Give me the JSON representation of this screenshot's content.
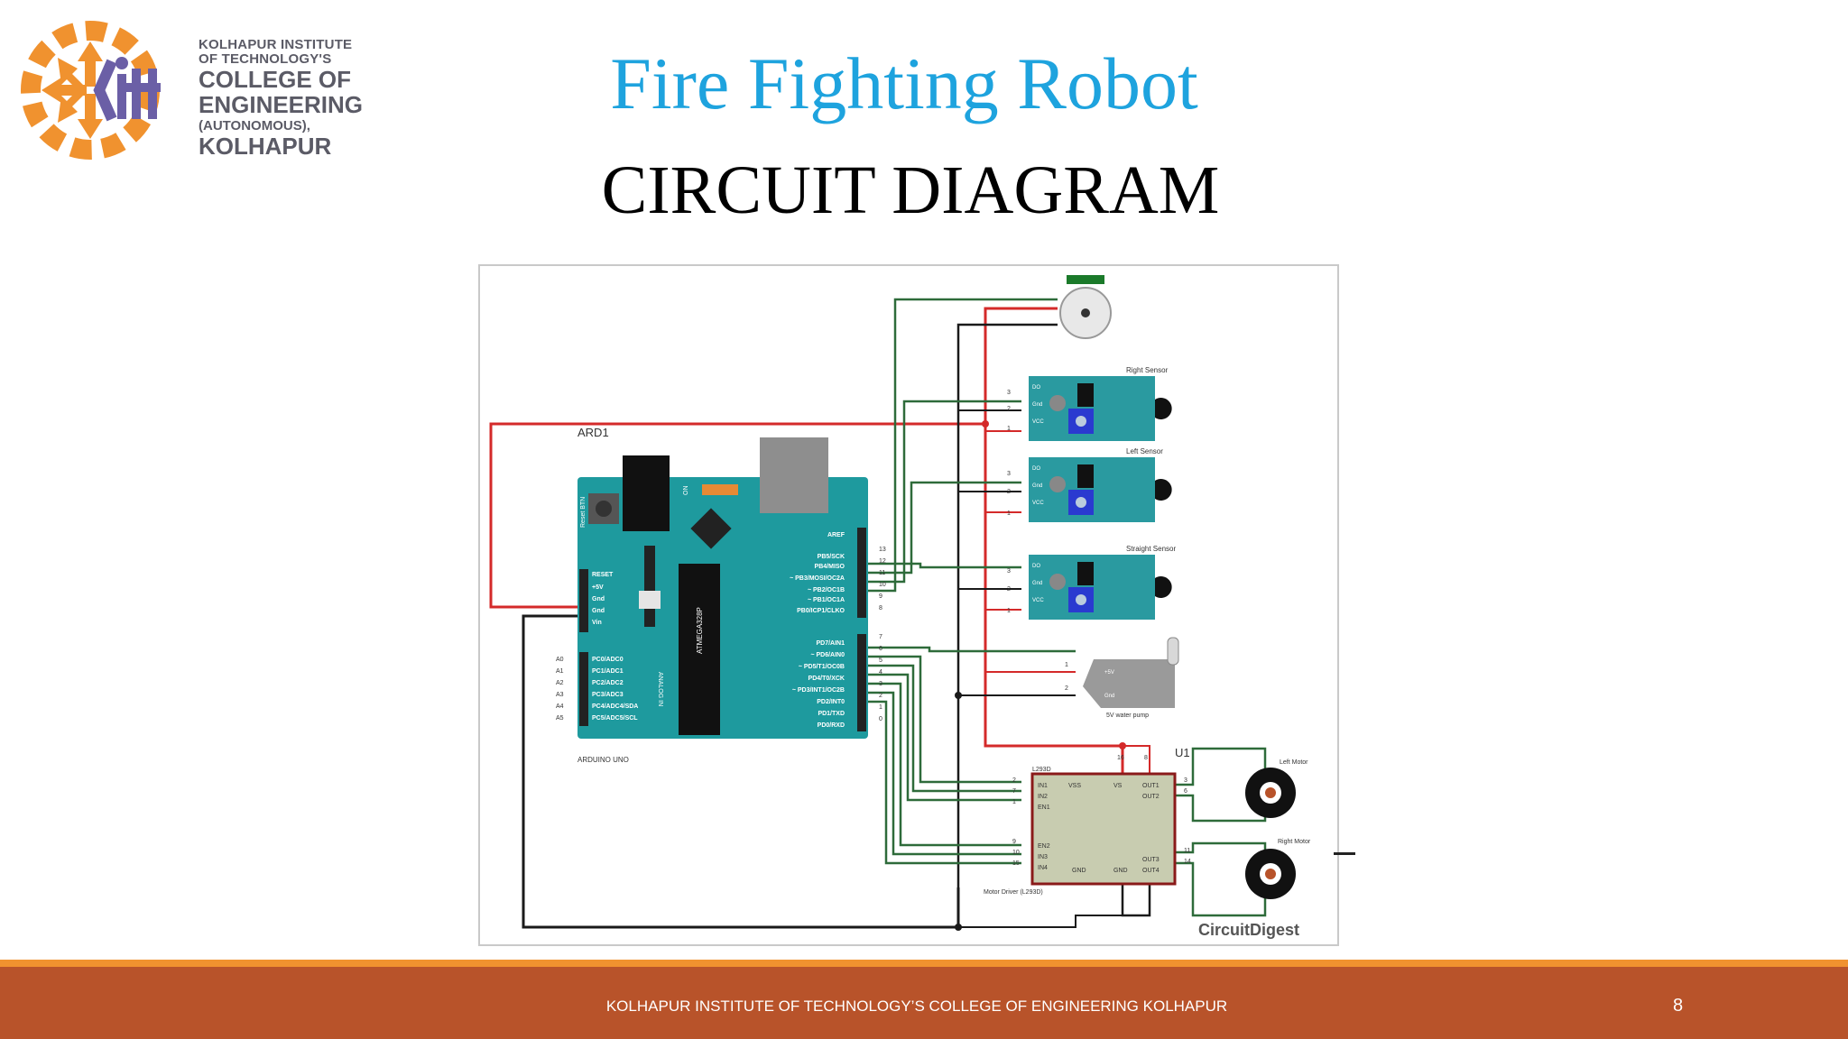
{
  "logo": {
    "line1": "KOLHAPUR INSTITUTE",
    "line2": "OF TECHNOLOGY'S",
    "line3": "COLLEGE OF",
    "line4": "ENGINEERING",
    "line5": "(AUTONOMOUS),",
    "line6": "KOLHAPUR",
    "colors": {
      "orange": "#f0922f",
      "purple": "#6b5fa6"
    }
  },
  "slide": {
    "title": "Fire Fighting Robot",
    "subtitle": "CIRCUIT DIAGRAM"
  },
  "diagram": {
    "arduino_label": "ARD1",
    "arduino_name": "ARDUINO UNO",
    "reset_btn": "Reset BTN",
    "on_label": "ON",
    "analog_in": "ANALOG IN",
    "chip_label": "ATMEGA328P",
    "power_pins": [
      "RESET",
      "+5V",
      "Gnd",
      "Gnd",
      "Vin"
    ],
    "analog_pins": [
      "A0",
      "A1",
      "A2",
      "A3",
      "A4",
      "A5"
    ],
    "analog_names": [
      "PC0/ADC0",
      "PC1/ADC1",
      "PC2/ADC2",
      "PC3/ADC3",
      "PC4/ADC4/SDA",
      "PC5/ADC5/SCL"
    ],
    "digital_top_names": [
      "AREF",
      "PB5/SCK",
      "PB4/MISO",
      "~ PB3/MOSI/OC2A",
      "~ PB2/OC1B",
      "~ PB1/OC1A",
      "PB0/ICP1/CLKO"
    ],
    "digital_top_nums": [
      "13",
      "12",
      "11",
      "10",
      "9",
      "8"
    ],
    "digital_bottom_names": [
      "PD7/AIN1",
      "~ PD6/AIN0",
      "~ PD5/T1/OC0B",
      "PD4/T0/XCK",
      "~ PD3/INT1/OC2B",
      "PD2/INT0",
      "PD1/TXD",
      "PD0/RXD"
    ],
    "digital_bottom_nums": [
      "7",
      "6",
      "5",
      "4",
      "3",
      "2",
      "1",
      "0"
    ],
    "sensors": [
      {
        "name": "Right Sensor",
        "pins": [
          "DO",
          "Gnd",
          "VCC"
        ],
        "pin_nums": [
          "3",
          "2",
          "1"
        ]
      },
      {
        "name": "Left Sensor",
        "pins": [
          "DO",
          "Gnd",
          "VCC"
        ],
        "pin_nums": [
          "3",
          "2",
          "1"
        ]
      },
      {
        "name": "Straight Sensor",
        "pins": [
          "DO",
          "Gnd",
          "VCC"
        ],
        "pin_nums": [
          "3",
          "2",
          "1"
        ]
      }
    ],
    "pump": {
      "name": "5V water pump",
      "pins": [
        "+5V",
        "Gnd"
      ],
      "pin_nums": [
        "1",
        "2"
      ]
    },
    "driver": {
      "ref": "U1",
      "part": "L293D",
      "caption": "Motor Driver (L293D)",
      "left_pins": [
        "IN1",
        "IN2",
        "EN1",
        "EN2",
        "IN3",
        "IN4"
      ],
      "left_nums": [
        "2",
        "7",
        "1",
        "9",
        "10",
        "15"
      ],
      "top_pins": [
        "VSS",
        "VS"
      ],
      "top_nums": [
        "16",
        "8"
      ],
      "right_pins": [
        "OUT1",
        "OUT2",
        "OUT3",
        "OUT4"
      ],
      "right_nums": [
        "3",
        "6",
        "11",
        "14"
      ],
      "bottom_pins": [
        "GND",
        "GND"
      ]
    },
    "motors": [
      "Left Motor",
      "Right Motor"
    ],
    "watermark": "CircuitDigest",
    "colors": {
      "board": "#1e9a9e",
      "wire_red": "#d42a2a",
      "wire_green": "#2e6b3a",
      "wire_black": "#1a1a1a",
      "sensor": "#2a9aa0"
    }
  },
  "footer": {
    "text": "KOLHAPUR INSTITUTE OF TECHNOLOGY’S COLLEGE OF ENGINEERING KOLHAPUR",
    "page": "8",
    "colors": {
      "bar": "#b8532a",
      "line": "#f0922f"
    }
  }
}
